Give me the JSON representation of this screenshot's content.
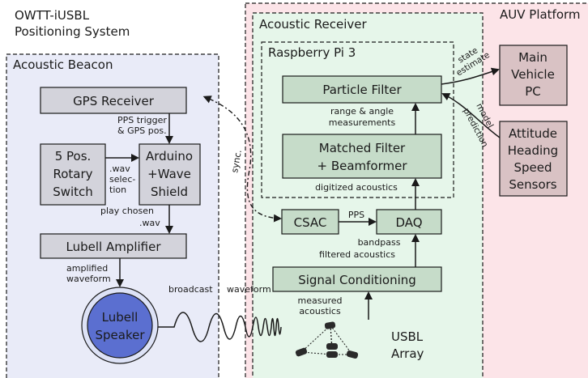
{
  "title": {
    "line1": "OWTT-iUSBL",
    "line2": "Positioning System"
  },
  "containers": {
    "auv": "AUV Platform",
    "receiver": "Acoustic Receiver",
    "raspberry": "Raspberry Pi 3",
    "beacon": "Acoustic Beacon"
  },
  "blocks": {
    "gps": "GPS Receiver",
    "rotary": [
      "5 Pos.",
      "Rotary",
      "Switch"
    ],
    "arduino": [
      "Arduino",
      "+Wave",
      "Shield"
    ],
    "lubell_amp": "Lubell Amplifier",
    "speaker": [
      "Lubell",
      "Speaker"
    ],
    "particle": "Particle Filter",
    "matched": [
      "Matched Filter",
      "+ Beamformer"
    ],
    "csac": "CSAC",
    "daq": "DAQ",
    "signal": "Signal Conditioning",
    "main_pc": [
      "Main",
      "Vehicle",
      "PC"
    ],
    "sensors": [
      "Attitude",
      "Heading",
      "Speed",
      "Sensors"
    ],
    "array": [
      "USBL",
      "Array"
    ]
  },
  "edge_labels": {
    "pps_trigger": [
      "PPS trigger",
      "& GPS pos."
    ],
    "wav_selection": [
      ".wav",
      "selec-",
      "tion"
    ],
    "play_chosen": [
      "play chosen",
      ".wav"
    ],
    "amplified": [
      "amplified",
      "waveform"
    ],
    "broadcast": "broadcast",
    "waveform": "waveform",
    "sync": "sync.",
    "pps": "PPS",
    "bandpass": [
      "bandpass",
      "filtered acoustics"
    ],
    "measured": [
      "measured",
      "acoustics"
    ],
    "digitized": "digitized acoustics",
    "range_angle": [
      "range & angle",
      "measurements"
    ],
    "state_estimate": [
      "state",
      "estimate"
    ],
    "model_prediction": [
      "model",
      "prediction"
    ]
  },
  "colors": {
    "auv_bg": "#fce4e8",
    "receiver_bg": "#e6f6ea",
    "beacon_bg": "#e9ebf8",
    "gray_block": "#d3d3db",
    "green_block": "#c6dcc9",
    "mauve_block": "#d9c2c4",
    "speaker_fill": "#5b6fd0"
  }
}
